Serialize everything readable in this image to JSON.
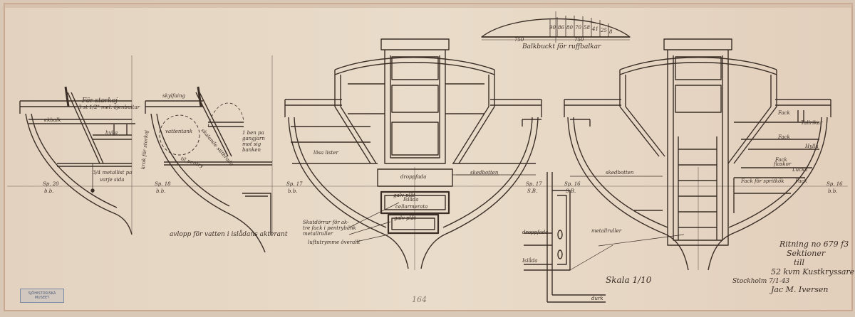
{
  "colors": {
    "paper": "#e7d8c6",
    "ink": "#3a2e26",
    "edge": "#c9a992"
  },
  "sections": [
    {
      "id": "sp20",
      "frame": "Sp. 20",
      "frame_sub": "b.b."
    },
    {
      "id": "sp18",
      "frame": "Sp. 18",
      "frame_sub": "b.b."
    },
    {
      "id": "sp17",
      "frame": "Sp. 17",
      "frame_sub": "b.b.",
      "frame_right": "Sp. 17",
      "frame_right_sub": "S.B."
    },
    {
      "id": "sp16",
      "frame": "Sp. 16",
      "frame_sub": "S.B.",
      "frame_right": "Sp. 16",
      "frame_right_sub": "b.b."
    }
  ],
  "labels": {
    "for_storkoj": "För storkoj",
    "for_storkoj_2": "3 st 1/2\" mel. öjenbultar",
    "ekbalk": "ekbalk",
    "hylla_1": "hylla",
    "metallist": "3/4 metallist pa",
    "metallist_2": "varje sida",
    "krok": "krok för storkoj",
    "skylfaing": "skylfaing",
    "vattentank": "vattentank",
    "kj_ben": "1 ben pa",
    "kj_ben_2": "gangjarn",
    "kj_ben_3": "mot sig",
    "kj_ben_4": "banken",
    "sittbrada": "skalande sittbrada",
    "til_pentry": "til pentry",
    "avlopp": "avlopp för vatten i islådans akterant",
    "losa_lister": "lösa lister",
    "droppfada": "droppfada",
    "islada": "Islåda",
    "gale_plat": "galv plåt",
    "cellarmerata": "cellarmerata",
    "gale_plat_2": "galv plåt",
    "slutdorrar": "Skutdörrar för ak-",
    "slutdorrar_2": "tre fack i pentrybänk",
    "slutdorrar_3": "metallruller",
    "luftutrymme": "luftutrymme överallt",
    "skedbotten_1": "skedbotten",
    "skedbotten_2": "skedbotten",
    "balkbuckt": "Balkbuckt för ruffbalkar",
    "fack_1": "Fack",
    "tallrikar": "Tallrikar",
    "fack_2": "Fack",
    "hylla_2": "Hylla",
    "fack_3": "Fack",
    "flaskor": "flaskor",
    "lucka": "Lucka",
    "fack_spritkok": "Fack för spritkök",
    "fack_4": "Fack",
    "metallruller": "metallruller",
    "dropfada_2": "droppfada",
    "islada_2": "Islåda",
    "durk": "durk",
    "skala": "Skala 1/10",
    "title_1": "Ritning no 679 f3",
    "title_2": "Sektioner",
    "title_3": "till",
    "title_4": "52 kvm Kustkryssare",
    "date": "Stockholm 7/1-43",
    "signature": "Jac M. Iversen",
    "pencil_no": "164",
    "camber_half": "750",
    "camber_half_2": "750"
  },
  "camber_ticks": [
    "90",
    "86",
    "80",
    "70",
    "58",
    "41",
    "25",
    "8"
  ],
  "stamp": {
    "line1": "SJÖHISTORISKA",
    "line2": "MUSEET"
  }
}
